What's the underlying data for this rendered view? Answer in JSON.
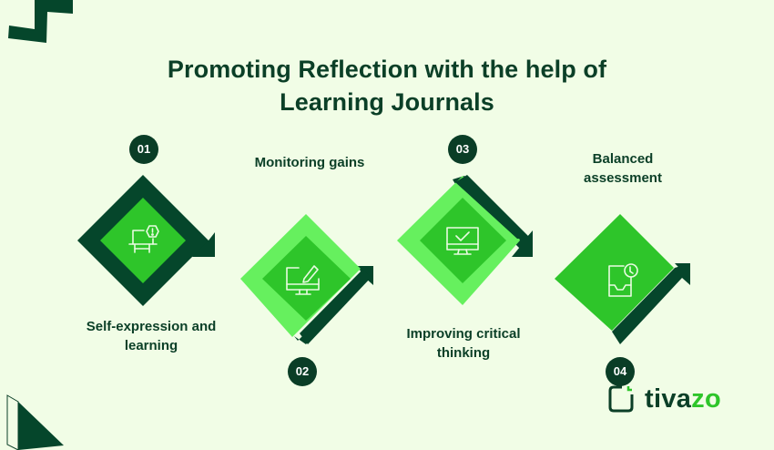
{
  "title": {
    "line1": "Promoting Reflection with the help of",
    "line2": "Learning Journals"
  },
  "colors": {
    "background": "#f1fde6",
    "dark_green": "#05462b",
    "bright_green": "#2ec52a",
    "light_green": "#66f05e",
    "text": "#0b3f27"
  },
  "steps": [
    {
      "number": "01",
      "label_line1": "Self-expression and",
      "label_line2": "learning",
      "icon": "presentation-warning-icon"
    },
    {
      "number": "02",
      "label_line1": "Monitoring gains",
      "label_line2": "",
      "icon": "monitor-pencil-icon"
    },
    {
      "number": "03",
      "label_line1": "Improving critical",
      "label_line2": "thinking",
      "icon": "monitor-check-icon"
    },
    {
      "number": "04",
      "label_line1": "Balanced",
      "label_line2": "assessment",
      "icon": "inbox-clock-icon"
    }
  ],
  "logo": {
    "text_dark": "tiva",
    "text_green": "zo"
  }
}
